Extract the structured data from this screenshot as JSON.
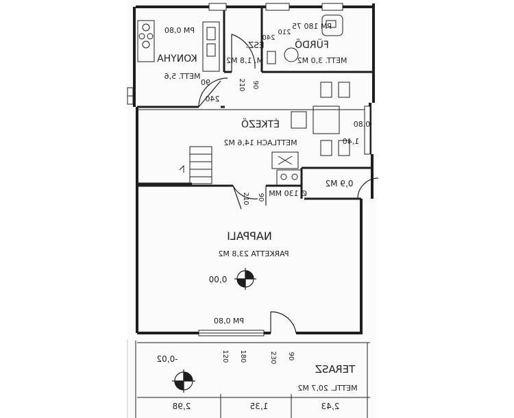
{
  "rooms": {
    "konyha": {
      "name": "KONYHA",
      "floor": "METT. 5,6",
      "pm": "PM 0,80"
    },
    "furdo": {
      "name": "FÜRDŐ",
      "floor": "METT. 3,0 M2",
      "pm": "PM 180 75"
    },
    "esz": {
      "name": "ESZ.",
      "area": "M. 1,8 M2"
    },
    "etkezo": {
      "name": "ÉTKEZŐ",
      "floor": "METTLACH 14,6 M2"
    },
    "small": {
      "area": "0,9 M2",
      "pipe": "Ø 130 MM"
    },
    "nappali": {
      "name": "NAPPALI",
      "floor": "PARKETTA 23,8 M2",
      "level": "0,00",
      "pm": "PM 0,80"
    },
    "terasz": {
      "name": "TERASZ",
      "floor": "METTL. 20,7 M2",
      "level": "-0,02"
    }
  },
  "dims": {
    "d240a": "240",
    "d210a": "210",
    "d90a": "90",
    "d210b": "210",
    "d90b": "90",
    "d240b": "240",
    "d080": "0,80",
    "d140": "1,40",
    "d210c": "210",
    "d90c": "90",
    "d120": "120",
    "d180": "180",
    "d230": "230",
    "d90d": "90",
    "b298": "2,98",
    "b135": "1,35",
    "b243": "2,43"
  },
  "colors": {
    "line": "#1e1e1e",
    "paper": "#ffffff",
    "edge": "#e8e8e8"
  }
}
